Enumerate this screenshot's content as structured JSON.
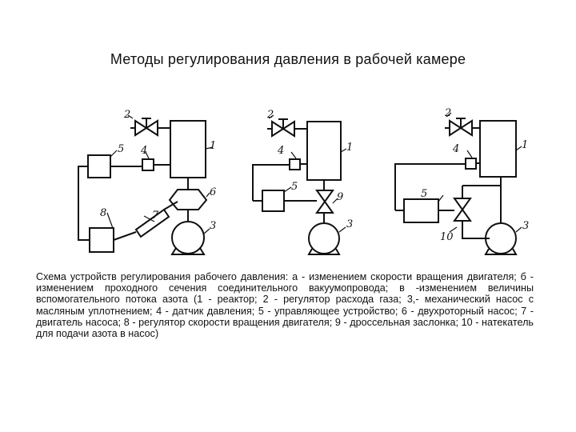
{
  "title": "Методы регулирования давления в рабочей камере",
  "caption": "Схема устройств регулирования рабочего давления: а - изменением скорости вращения двигателя; б - изменением проходного сечения соединительного вакуумопровода; в -изменением величины вспомогательного потока азота (1 - реактор; 2 - регулятор расхода газа; 3,- механический насос с масляным уплотнением; 4 - датчик давления; 5 - управляющее устройство; 6 - двухроторный насос; 7 - двигатель насоса; 8 - регулятор скорости вращения двигателя; 9 - дроссельная заслонка; 10 - натекатель для подачи азота в насос)",
  "labels": {
    "a": {
      "n1": "1",
      "n2": "2",
      "n3": "3",
      "n4": "4",
      "n5": "5",
      "n6": "6",
      "n7": "7",
      "n8": "8"
    },
    "b": {
      "n1": "1",
      "n2": "2",
      "n3": "3",
      "n4": "4",
      "n5": "5",
      "n9": "9"
    },
    "c": {
      "n1": "1",
      "n2": "2",
      "n3": "3",
      "n4": "4",
      "n5": "5",
      "n10": "10"
    }
  }
}
